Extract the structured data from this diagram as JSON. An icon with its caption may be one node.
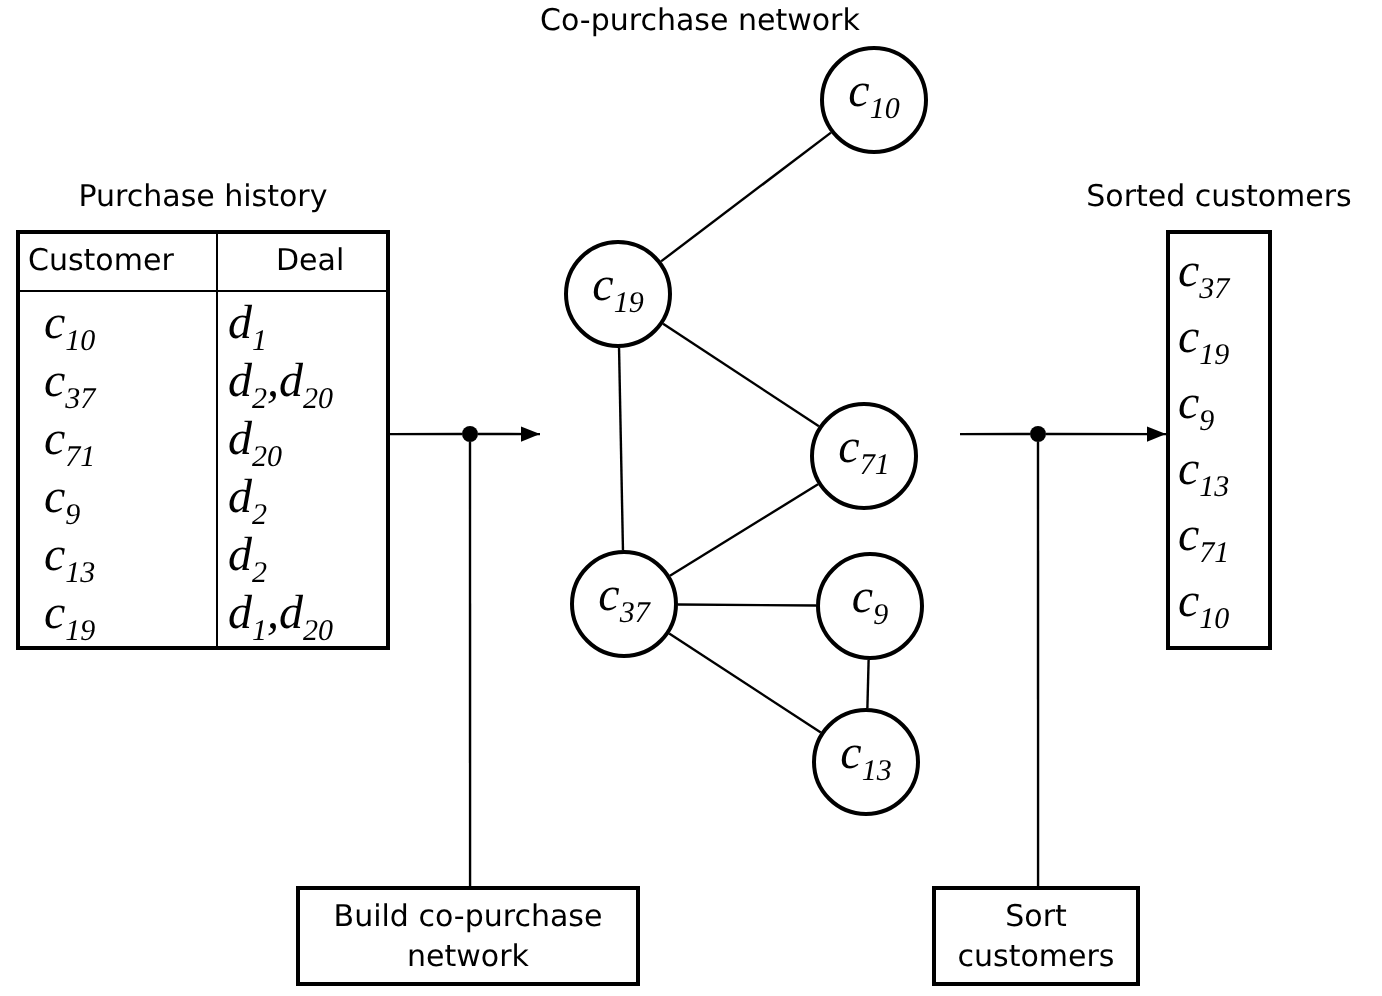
{
  "diagram": {
    "nodes": [
      {
        "text": [
          "Purchase history"
        ]
      },
      {
        "text": [],
        "shape": "circle"
      },
      {
        "text": [
          "Co-purchase network"
        ]
      },
      {
        "text": [
          "c$_{10}$"
        ],
        "in": 2
      },
      {
        "text": [
          "c$_{19}$"
        ],
        "in": 2
      },
      {
        "text": [
          "c$_{71}$"
        ],
        "in": 2
      },
      {
        "text": [
          "c$_{37}$"
        ],
        "in": 2
      },
      {
        "text": [
          "c$_{9}$"
        ],
        "in": 2
      },
      {
        "text": [
          "c$_{13}$"
        ],
        "in": 2
      },
      {
        "text": [],
        "shape": "circle"
      },
      {
        "text": [
          "Sorted customers"
        ]
      },
      {
        "text": [
          "Build co-purchase network"
        ]
      },
      {
        "text": [
          "Sort customers"
        ]
      }
    ],
    "edges": [
      {
        "from": 0,
        "to": 1,
        "arrow": "none"
      },
      {
        "from": 1,
        "to": 2,
        "arrow": "to"
      },
      {
        "from": 11,
        "to": 1,
        "arrow": "none"
      },
      {
        "from": 3,
        "to": 4,
        "arrow": "none"
      },
      {
        "from": 4,
        "to": 5,
        "arrow": "none"
      },
      {
        "from": 4,
        "to": 6,
        "arrow": "none"
      },
      {
        "from": 5,
        "to": 6,
        "arrow": "none"
      },
      {
        "from": 6,
        "to": 7,
        "arrow": "none"
      },
      {
        "from": 6,
        "to": 8,
        "arrow": "none"
      },
      {
        "from": 7,
        "to": 8,
        "arrow": "none"
      },
      {
        "from": 2,
        "to": 9,
        "arrow": "none"
      },
      {
        "from": 9,
        "to": 10,
        "arrow": "to"
      },
      {
        "from": 12,
        "to": 9,
        "arrow": "none"
      }
    ],
    "labels": [
      "Customer",
      "Deal",
      "c$_{10}$",
      "d$_{1}$",
      "c$_{37}$",
      "d$_{2}$,d$_{20}$",
      "c$_{71}$",
      "d$_{20}$",
      "c$_{9}$",
      "d$_{2}$",
      "c$_{13}$",
      "d$_{2}$",
      "c$_{19}$",
      "d$_{1}$,d$_{20}$",
      "c$_{37}$",
      "c$_{19}$",
      "c$_{9}$",
      "c$_{13}$",
      "c$_{71}$",
      "c$_{10}$"
    ]
  }
}
